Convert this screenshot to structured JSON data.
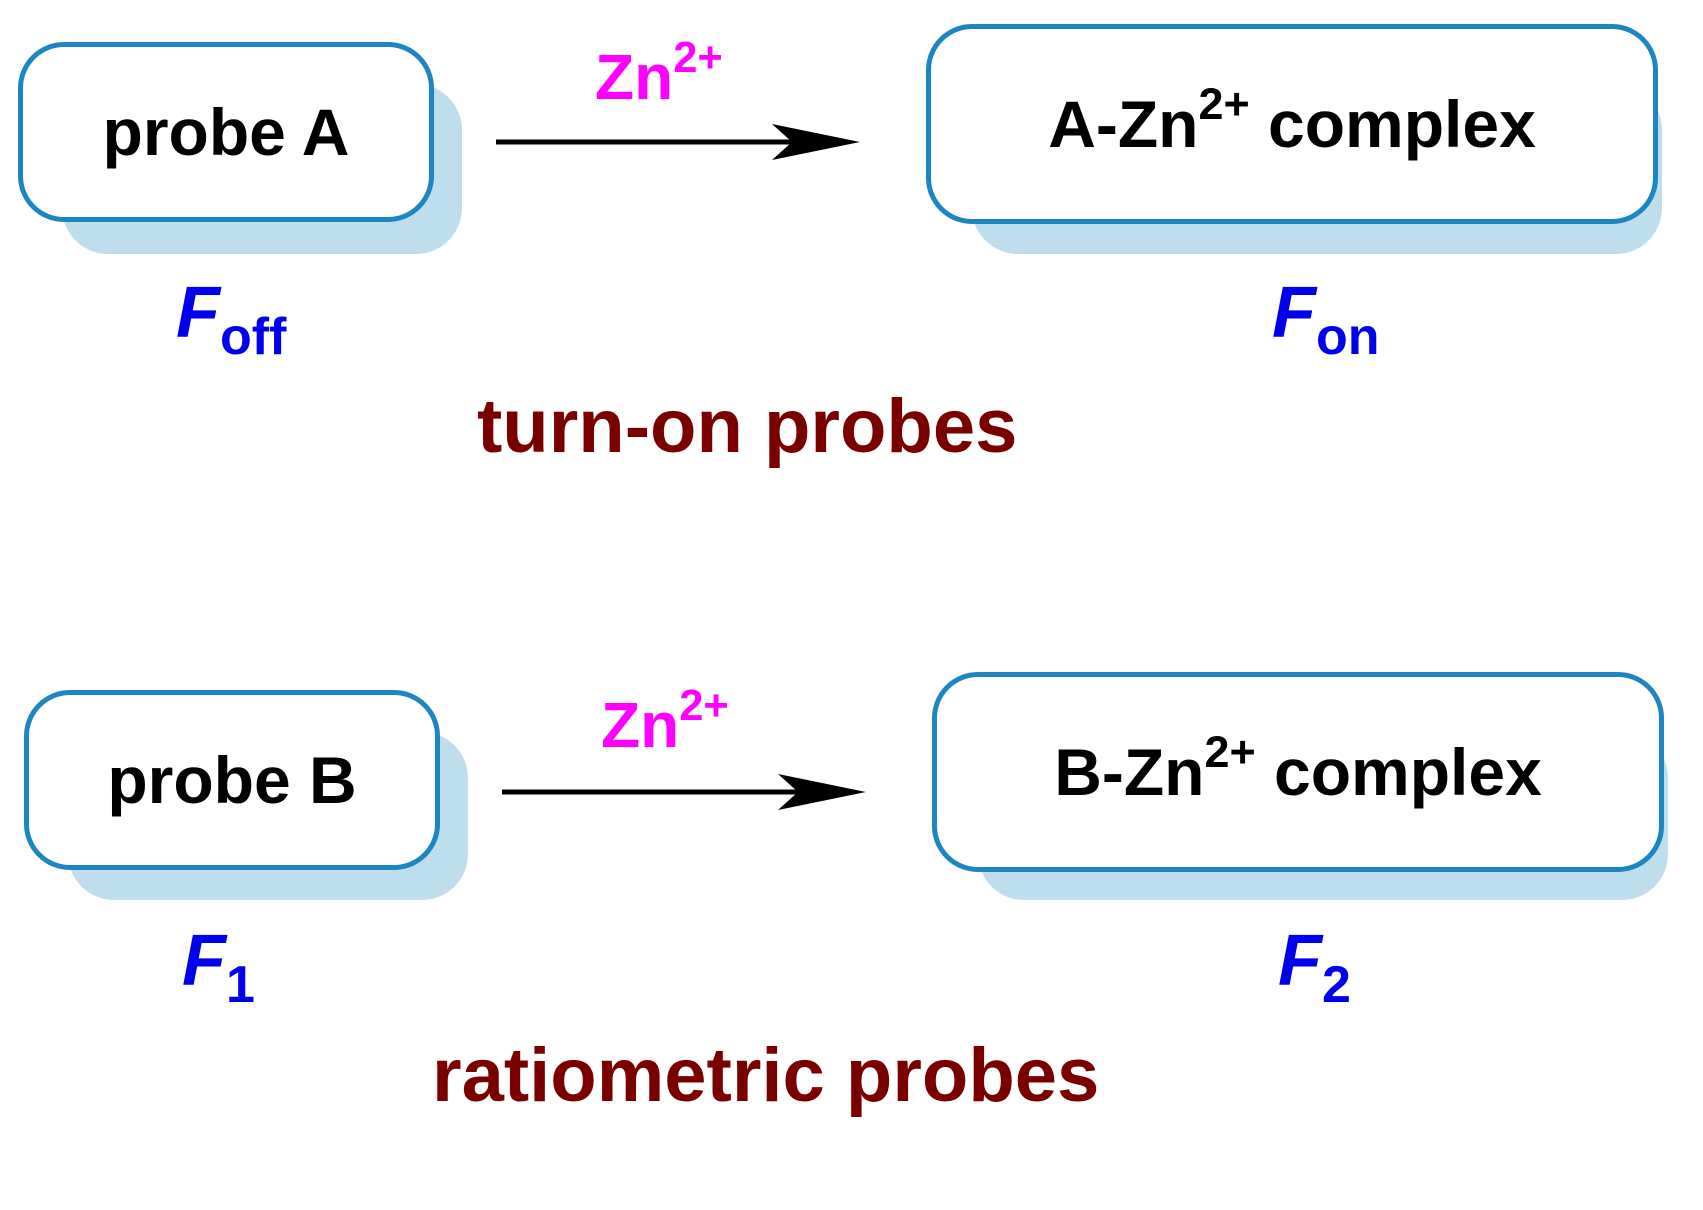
{
  "colors": {
    "box_border": "#1b86c2",
    "box_shadow": "#bedeed",
    "reagent": "#ff00ff",
    "fluorescence_label": "#0000ee",
    "caption": "#7a0000",
    "arrow": "#000000"
  },
  "schemes": [
    {
      "reactant": "probe A",
      "reagent_base": "Zn",
      "reagent_charge": "2+",
      "product_prefix": "A-Zn",
      "product_charge": "2+",
      "product_suffix": " complex",
      "reactant_signal_symbol": "F",
      "reactant_signal_sub": "off",
      "product_signal_symbol": "F",
      "product_signal_sub": "on",
      "caption": "turn-on probes"
    },
    {
      "reactant": "probe B",
      "reagent_base": "Zn",
      "reagent_charge": "2+",
      "product_prefix": "B-Zn",
      "product_charge": "2+",
      "product_suffix": " complex",
      "reactant_signal_symbol": "F",
      "reactant_signal_sub": "1",
      "product_signal_symbol": "F",
      "product_signal_sub": "2",
      "caption": "ratiometric probes"
    }
  ]
}
